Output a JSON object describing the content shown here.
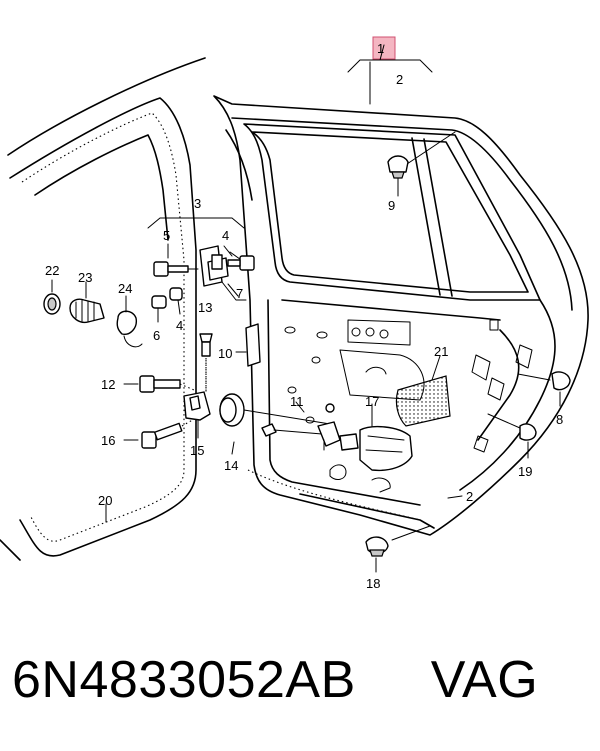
{
  "callouts": {
    "c1": "1",
    "c2_top": "2",
    "c2_side": "2",
    "c3": "3",
    "c4_top": "4",
    "c4_low": "4",
    "c5": "5",
    "c6": "6",
    "c7": "7",
    "c8": "8",
    "c9": "9",
    "c10": "10",
    "c11": "11",
    "c12": "12",
    "c13": "13",
    "c14": "14",
    "c15": "15",
    "c16": "16",
    "c17": "17",
    "c18": "18",
    "c19": "19",
    "c20": "20",
    "c21": "21",
    "c22": "22",
    "c23": "23",
    "c24": "24"
  },
  "highlight_color": "#f4b6c2",
  "footer": {
    "part_number": "6N4833052AB",
    "brand": "VAG"
  }
}
